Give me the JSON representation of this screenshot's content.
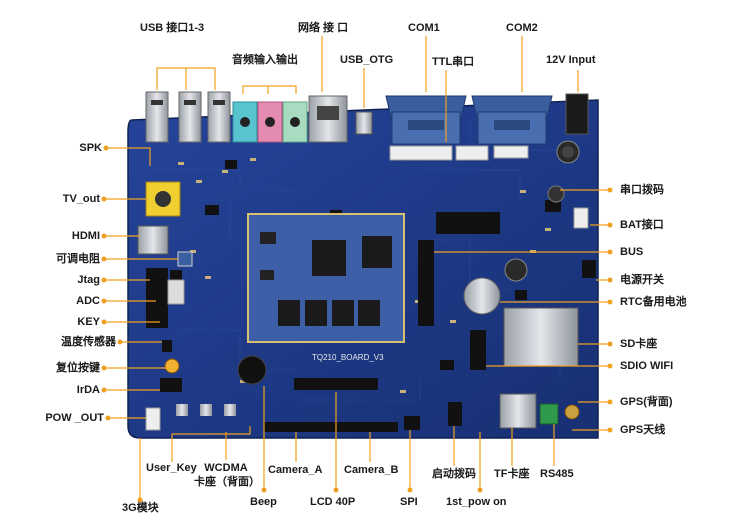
{
  "labels": {
    "usb": "USB 接口1-3",
    "ethernet": "网络 接 口",
    "com1": "COM1",
    "com2": "COM2",
    "audio": "音频输入输出",
    "usb_otg": "USB_OTG",
    "ttl": "TTL串口",
    "power_in": "12V Input",
    "spk": "SPK",
    "tv_out": "TV_out",
    "hdmi": "HDMI",
    "pot": "可调电阻",
    "jtag": "Jtag",
    "adc": "ADC",
    "key": "KEY",
    "temp": "温度传感器",
    "reset": "复位按键",
    "irda": "IrDA",
    "pow_out": "POW _OUT",
    "uart_dip": "串口拨码",
    "bat": "BAT接口",
    "bus": "BUS",
    "power_switch": "电源开关",
    "rtc": "RTC备用电池",
    "sd": "SD卡座",
    "sdio": "SDIO WIFI",
    "gps_back": "GPS(背面)",
    "gps_ant": "GPS天线",
    "user_key": "User_Key",
    "wcdma_1": "WCDMA",
    "wcdma_2": "卡座（背面）",
    "g3": "3G模块",
    "beep": "Beep",
    "camera_a": "Camera_A",
    "lcd": "LCD 40P",
    "camera_b": "Camera_B",
    "spi": "SPI",
    "boot_dip": "启动拨码",
    "first_pow": "1st_pow on",
    "tf": "TF卡座",
    "rs485": "RS485",
    "silk": "TQ210_BOARD_V3"
  },
  "colors": {
    "pcb": "#1f3a86",
    "pcb_dark": "#152a66",
    "leader": "#f0a020",
    "dot": "#f0a020",
    "module": "#3d5fa8",
    "module_border": "#d8c070",
    "metal": "#b8bcc4",
    "dsub": "#3a5fa0",
    "label": "#1a1a1a"
  }
}
